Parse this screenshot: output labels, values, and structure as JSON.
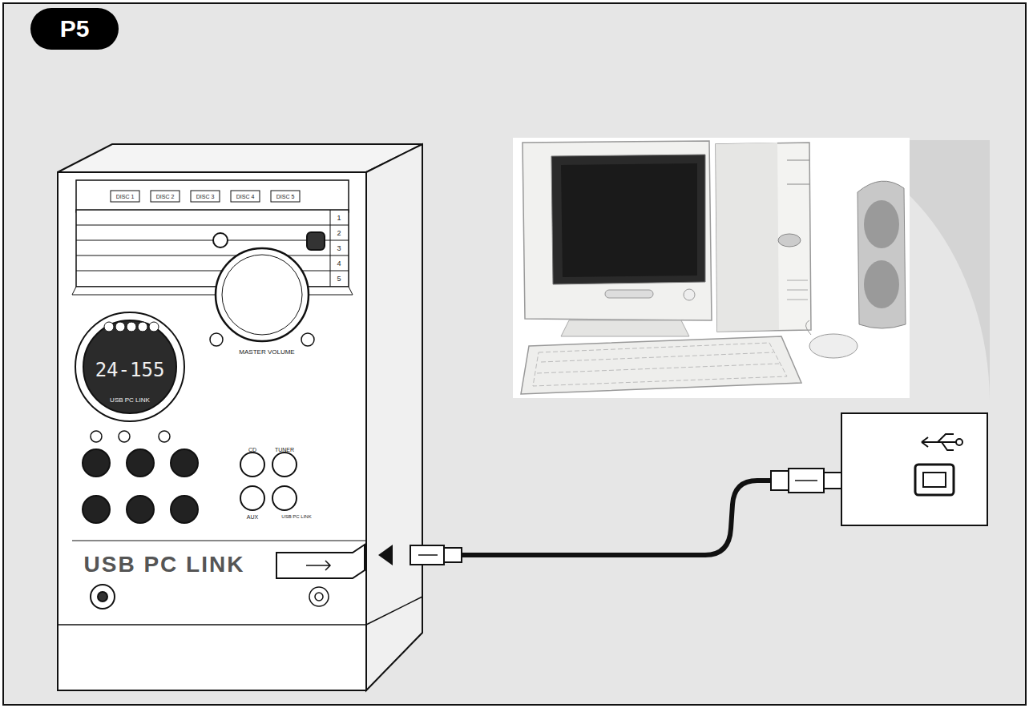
{
  "diagram": {
    "nodes": [
      {
        "text": [
          "P5"
        ]
      }
    ],
    "labels": [
      "DISC 1",
      "DISC 2",
      "DISC 3",
      "DISC 4",
      "DISC 5",
      "1",
      "2",
      "3",
      "4",
      "5",
      "24-155",
      "USB PC LINK",
      "MASTER VOLUME",
      "CD",
      "TUNER",
      "AUX",
      "USB PC LINK",
      "USB PC LINK"
    ]
  }
}
